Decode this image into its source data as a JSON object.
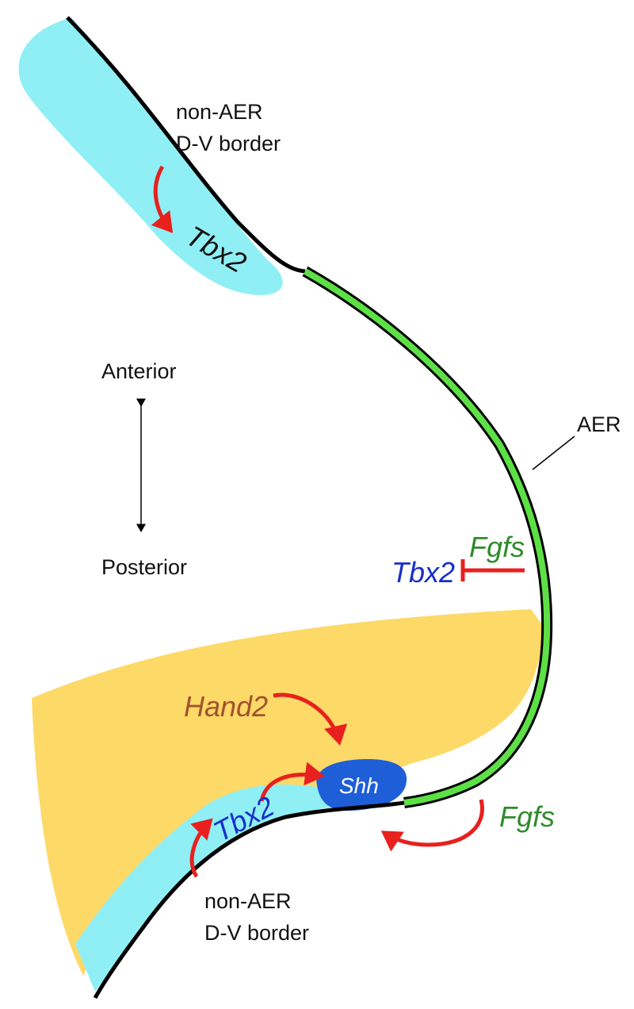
{
  "colors": {
    "mesenchyme": "#FDD968",
    "tbx2_domain": "#8FEFF5",
    "aer": "#5DE045",
    "shh_domain": "#1E5FD8",
    "arrow": "#E8201E",
    "fgfs_text": "#2E8B2A",
    "tbx2_text": "#1730C8",
    "hand2_text": "#A0522D",
    "outline": "#000000"
  },
  "labels": {
    "non_aer_top_line1": "non-AER",
    "non_aer_top_line2": "D-V border",
    "tbx2_top": "Tbx2",
    "anterior": "Anterior",
    "posterior": "Posterior",
    "aer": "AER",
    "fgfs_mid": "Fgfs",
    "tbx2_mid": "Tbx2",
    "hand2": "Hand2",
    "shh": "Shh",
    "tbx2_bottom": "Tbx2",
    "fgfs_bottom": "Fgfs",
    "non_aer_bottom_line1": "non-AER",
    "non_aer_bottom_line2": "D-V border"
  },
  "icons": {
    "axis_arrow": "double-headed-vertical-arrow",
    "activation_arrow": "curved-red-arrow",
    "inhibition": "red-t-bar-inhibition"
  }
}
